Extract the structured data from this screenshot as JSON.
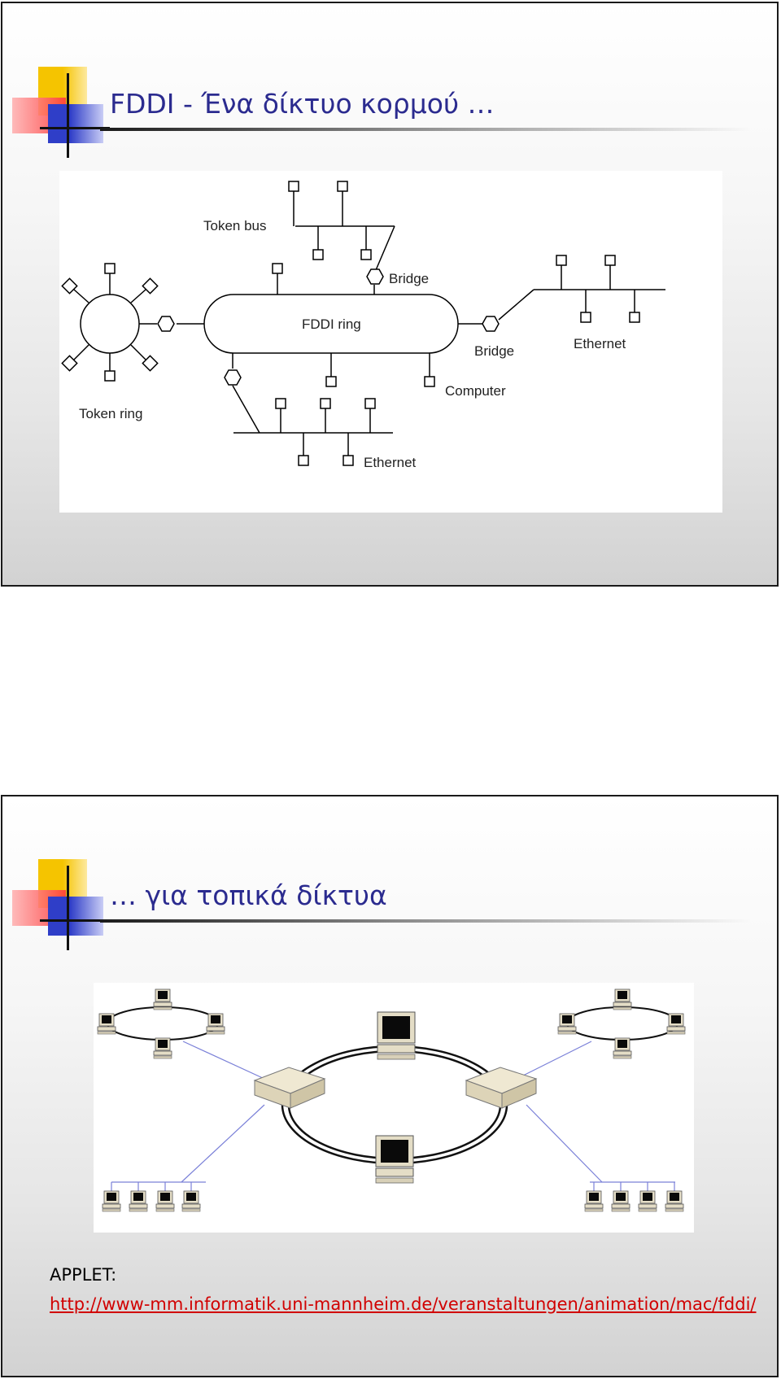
{
  "slides": [
    {
      "title": "FDDI - Ένα δίκτυο κορμού …",
      "diagram": {
        "labels": {
          "token_bus": "Token bus",
          "bridge_top": "Bridge",
          "fddi_ring": "FDDI ring",
          "bridge_right": "Bridge",
          "ethernet_right": "Ethernet",
          "computer": "Computer",
          "token_ring": "Token ring",
          "ethernet_bottom": "Ethernet"
        }
      }
    },
    {
      "title": "… για τοπικά δίκτυα",
      "applet_label": "APPLET:",
      "applet_url": "http://www-mm.informatik.uni-mannheim.de/veranstaltungen/animation/mac/fddi/"
    }
  ],
  "colors": {
    "title_text": "#2b2b8f",
    "link_text": "#d10000",
    "connector_lines": "#7a80d8"
  }
}
